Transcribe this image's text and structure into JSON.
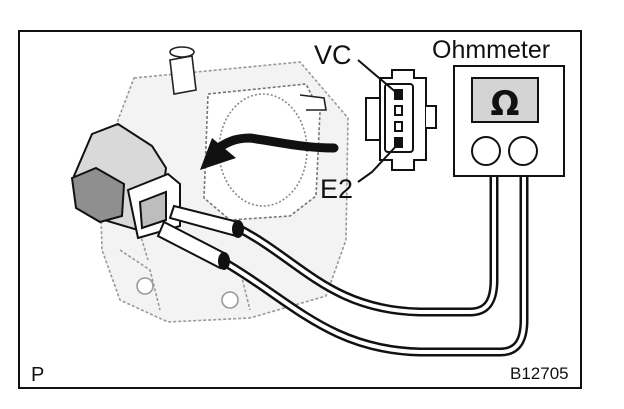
{
  "labels": {
    "vc": "VC",
    "e2": "E2",
    "meter_title": "Ohmmeter",
    "meter_symbol": "Ω",
    "corner_mark": "P",
    "figure_code": "B12705"
  },
  "icons": {
    "meter": "ohmmeter-icon",
    "connector": "sensor-connector-icon",
    "body": "throttle-body-icon",
    "arrow": "curved-arrow-icon"
  },
  "colors": {
    "ink": "#111111",
    "background": "#ffffff",
    "shade": "#9a9a9a"
  }
}
